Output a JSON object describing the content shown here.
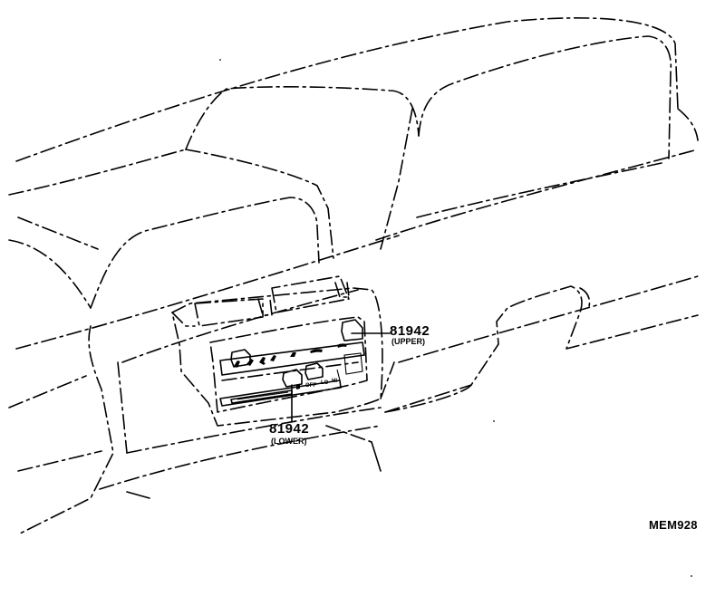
{
  "callouts": {
    "upper": {
      "part_number": "81942",
      "position": "(UPPER)"
    },
    "lower": {
      "part_number": "81942",
      "position": "(LOWER)"
    }
  },
  "panel_labels": {
    "off": "OFF",
    "lo": "LO",
    "hi": "HI"
  },
  "figure_code": "MEM928"
}
